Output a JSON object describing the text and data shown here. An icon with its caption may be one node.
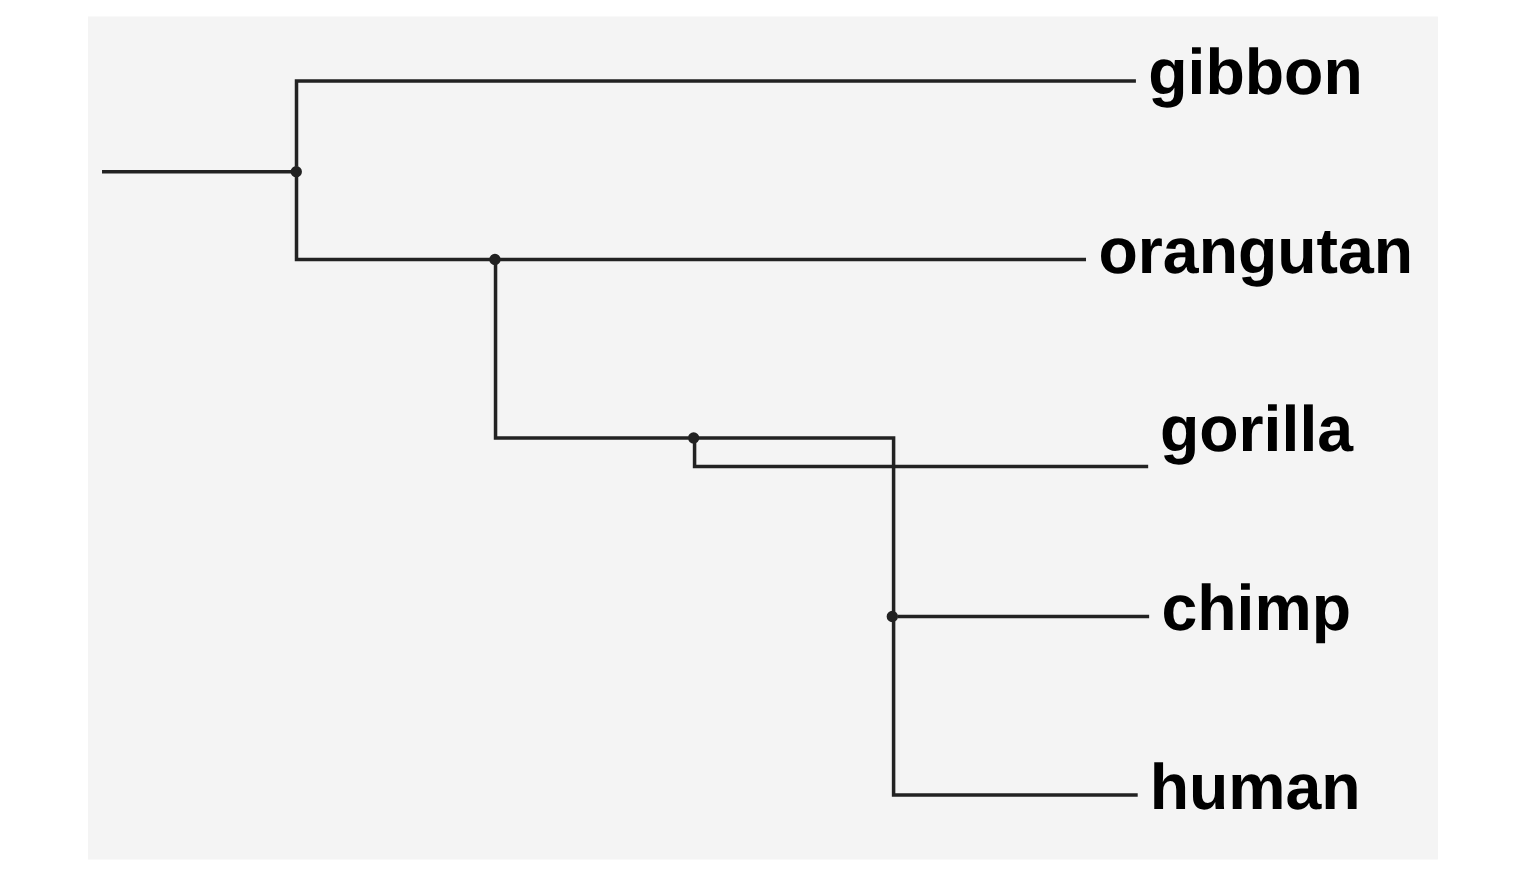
{
  "diagram": {
    "nodes": [
      {
        "text": [],
        "shape": "point"
      },
      {
        "text": [
          "gibbon"
        ]
      },
      {
        "text": [],
        "shape": "point"
      },
      {
        "text": [
          "orangutan"
        ]
      },
      {
        "text": [],
        "shape": "point"
      },
      {
        "text": [
          "gorilla"
        ]
      },
      {
        "text": [],
        "shape": "point"
      },
      {
        "text": [
          "chimp"
        ]
      },
      {
        "text": [
          "human"
        ]
      }
    ],
    "edges": [
      {
        "from": null,
        "to": 0,
        "arrow": "none"
      },
      {
        "from": 0,
        "to": 1,
        "arrow": "none"
      },
      {
        "from": 0,
        "to": 2,
        "arrow": "none"
      },
      {
        "from": 2,
        "to": 3,
        "arrow": "none"
      },
      {
        "from": 2,
        "to": 4,
        "arrow": "none"
      },
      {
        "from": 4,
        "to": 5,
        "arrow": "none"
      },
      {
        "from": 4,
        "to": 6,
        "arrow": "none"
      },
      {
        "from": 6,
        "to": 7,
        "arrow": "none"
      },
      {
        "from": 6,
        "to": 8,
        "arrow": "none"
      }
    ]
  }
}
